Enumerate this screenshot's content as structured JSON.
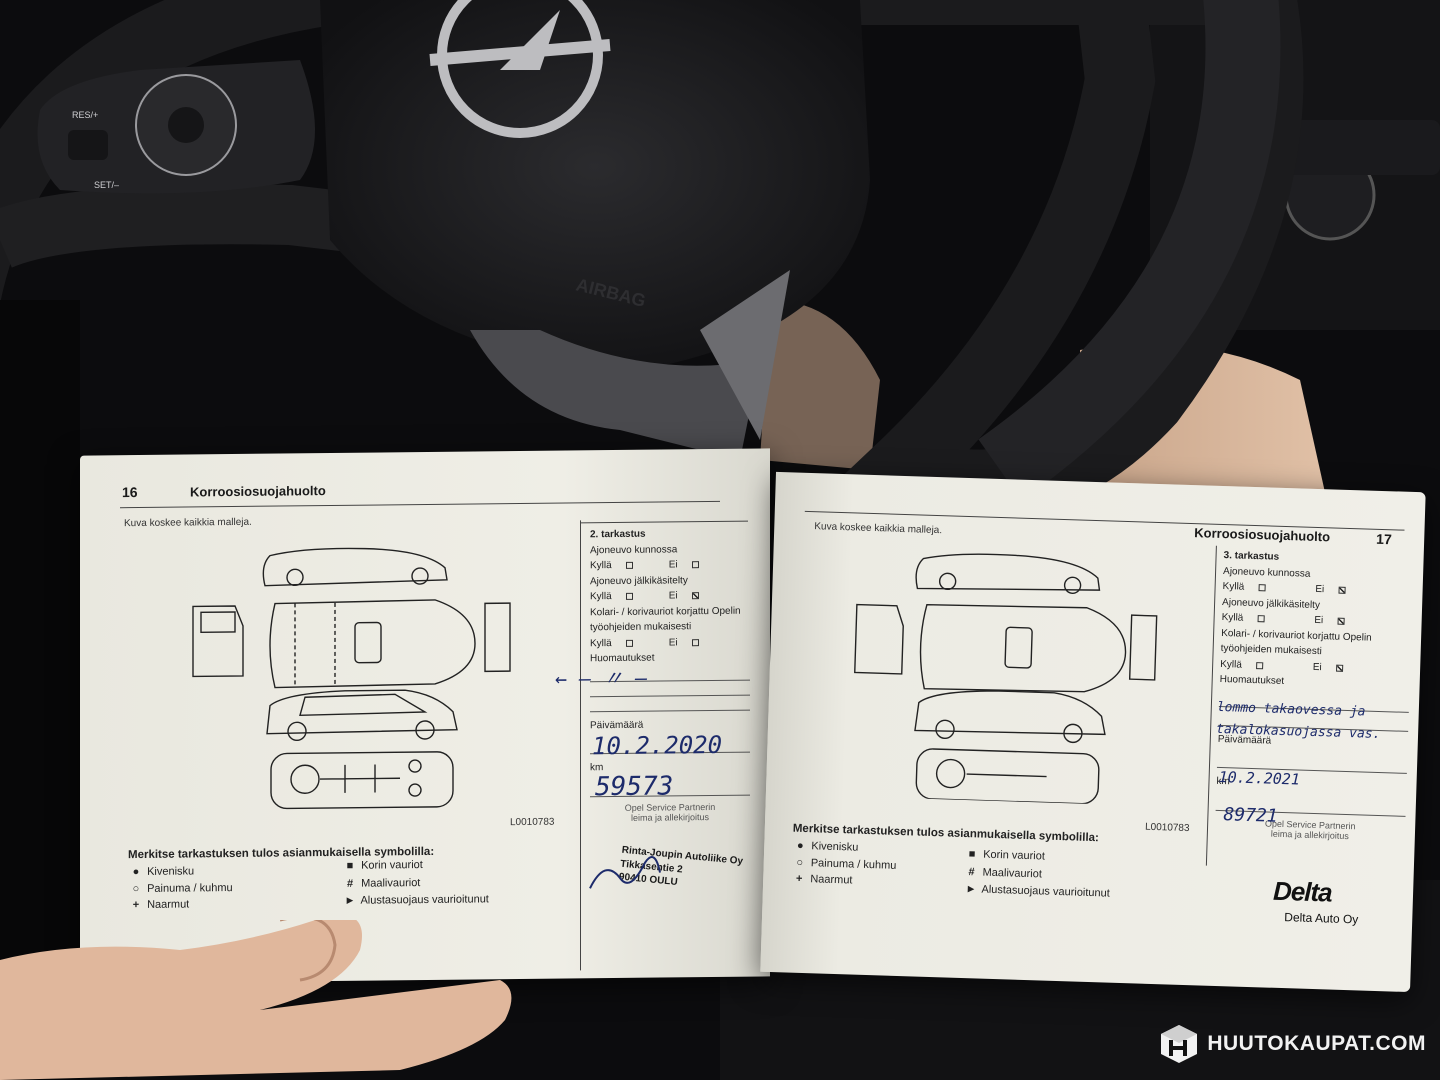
{
  "wheel": {
    "airbag_label": "AIRBAG",
    "res_label": "RES/+",
    "set_label": "SET/–"
  },
  "left_page": {
    "page_number": "16",
    "title": "Korroosiosuojahuolto",
    "subtitle": "Kuva koskee kaikkia malleja.",
    "diagram_code": "L0010783",
    "inspection": {
      "heading": "2. tarkastus",
      "condition_label": "Ajoneuvo kunnossa",
      "yes": "Kyllä",
      "no": "Ei",
      "treated_label": "Ajoneuvo jälkikäsitelty",
      "repair_label_1": "Kolari- / korivauriot korjattu Opelin",
      "repair_label_2": "työohjeiden mukaisesti",
      "remarks_label": "Huomautukset",
      "date_label": "Päivämäärä",
      "km_label": "km",
      "stamp_label_1": "Opel Service Partnerin",
      "stamp_label_2": "leima ja allekirjoitus"
    },
    "handwriting": {
      "remarks": "← — 〃 —",
      "date": "10.2.2020",
      "km": "59573"
    },
    "stamp": {
      "line1": "Rinta-Joupin Autoliike Oy",
      "line2": "Tikkasentie 2",
      "line3": "90410 OULU"
    },
    "legend": {
      "title": "Merkitse tarkastuksen tulos asianmukaisella symbolilla:",
      "items": [
        {
          "symbol": "●",
          "label": "Kivenisku"
        },
        {
          "symbol": "○",
          "label": "Painuma / kuhmu"
        },
        {
          "symbol": "+",
          "label": "Naarmut"
        }
      ],
      "items2": [
        {
          "symbol": "■",
          "label": "Korin vauriot"
        },
        {
          "symbol": "#",
          "label": "Maalivauriot"
        },
        {
          "symbol": "►",
          "label": "Alustasuojaus vaurioitunut"
        }
      ]
    }
  },
  "right_page": {
    "page_number": "17",
    "title": "Korroosiosuojahuolto",
    "subtitle": "Kuva koskee kaikkia malleja.",
    "diagram_code": "L0010783",
    "inspection": {
      "heading": "3. tarkastus",
      "condition_label": "Ajoneuvo kunnossa",
      "yes": "Kyllä",
      "no": "Ei",
      "treated_label": "Ajoneuvo jälkikäsitelty",
      "repair_label_1": "Kolari- / korivauriot korjattu Opelin",
      "repair_label_2": "työohjeiden mukaisesti",
      "remarks_label": "Huomautukset",
      "date_label": "Päivämäärä",
      "km_label": "km",
      "stamp_label_1": "Opel Service Partnerin",
      "stamp_label_2": "leima ja allekirjoitus"
    },
    "handwriting": {
      "remarks_1": "lommo takaovessa ja",
      "remarks_2": "takalokasuojassa vas.",
      "date": "10.2.2021",
      "km": "89721"
    },
    "legend": {
      "title": "Merkitse tarkastuksen tulos asianmukaisella symbolilla:",
      "items": [
        {
          "symbol": "●",
          "label": "Kivenisku"
        },
        {
          "symbol": "○",
          "label": "Painuma / kuhmu"
        },
        {
          "symbol": "+",
          "label": "Naarmut"
        }
      ],
      "items2": [
        {
          "symbol": "■",
          "label": "Korin vauriot"
        },
        {
          "symbol": "#",
          "label": "Maalivauriot"
        },
        {
          "symbol": "►",
          "label": "Alustasuojaus vaurioitunut"
        }
      ]
    },
    "logo": {
      "brand": "Delta",
      "company": "Delta Auto Oy"
    }
  },
  "watermark": {
    "text": "HUUTOKAUPAT.COM"
  }
}
